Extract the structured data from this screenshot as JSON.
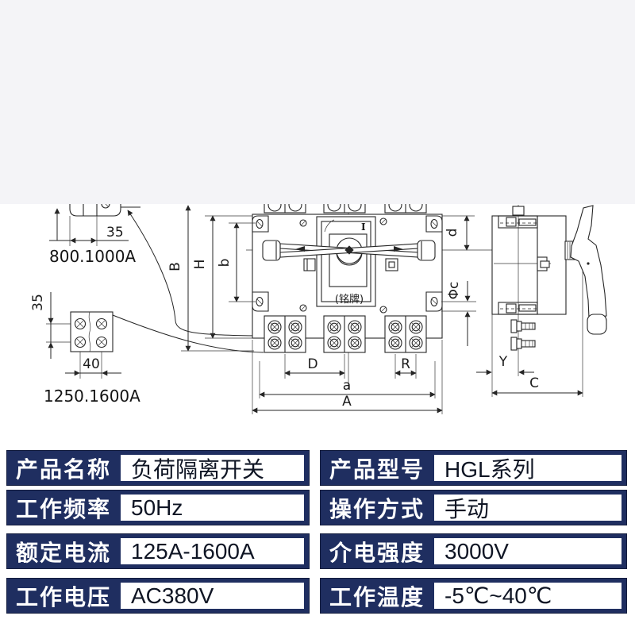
{
  "page": {
    "top_band_color": "#f4f4f7",
    "canvas_color": "#ffffff"
  },
  "drawing": {
    "stroke_color": "#262626",
    "details": {
      "top": {
        "caption": "800.1000A",
        "dim_width": "35"
      },
      "bottom": {
        "caption": "1250.1600A",
        "dim_height": "35",
        "dim_width": "40"
      }
    },
    "front_view": {
      "nameplate_label": "(铭牌)",
      "position_mark": "I",
      "dim_height_outer": "B",
      "dim_height_body": "H",
      "dim_height_holes": "b",
      "dim_top_right": "d",
      "dim_hole_dia": "Φc",
      "dim_pole_pitch": "D",
      "dim_terminal_pitch": "R",
      "dim_hole_span": "a",
      "dim_width_overall": "A"
    },
    "side_view": {
      "dim_offset": "Y",
      "dim_depth": "C"
    }
  },
  "spec_table": {
    "label_bg": "#1f2e60",
    "columns": [
      {
        "rows": [
          {
            "label": "产品名称",
            "value": "负荷隔离开关"
          },
          {
            "label": "工作频率",
            "value": "50Hz"
          },
          {
            "label": "额定电流",
            "value": "125A-1600A"
          },
          {
            "label": "工作电压",
            "value": "AC380V"
          }
        ]
      },
      {
        "rows": [
          {
            "label": "产品型号",
            "value": "HGL系列"
          },
          {
            "label": "操作方式",
            "value": "手动"
          },
          {
            "label": "介电强度",
            "value": "3000V"
          },
          {
            "label": "工作温度",
            "value": "-5℃~40℃"
          }
        ]
      }
    ]
  }
}
